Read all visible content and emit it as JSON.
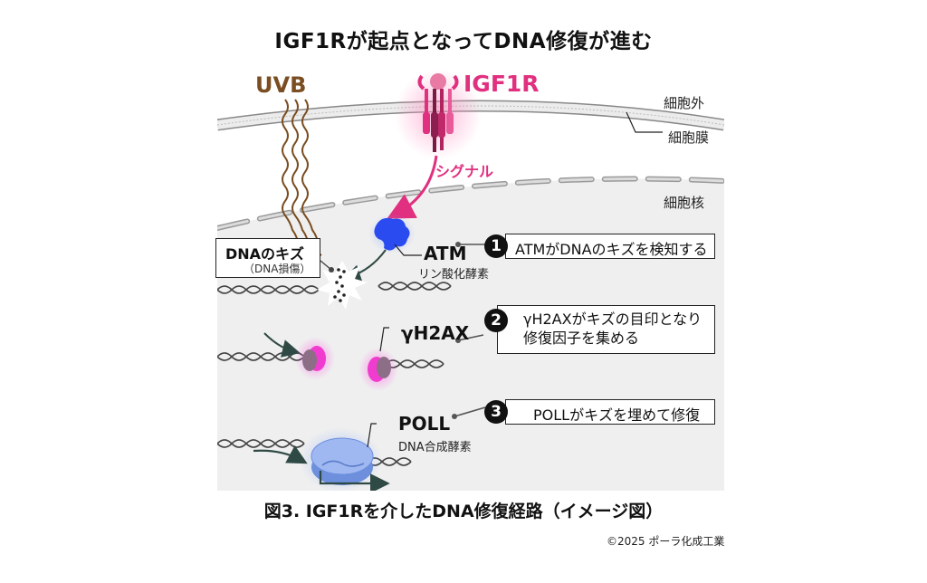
{
  "title": "IGF1Rが起点となってDNA修復が進む",
  "labels": {
    "uvb": "UVB",
    "igf1r": "IGF1R",
    "signal": "シグナル",
    "extracellular": "細胞外",
    "cell_membrane": "細胞膜",
    "nucleus": "細胞核"
  },
  "damage": {
    "title": "DNAのキズ",
    "subtitle": "（DNA損傷）"
  },
  "proteins": {
    "atm": {
      "name": "ATM",
      "desc": "リン酸化酵素",
      "color": "#2a4bf0"
    },
    "h2ax": {
      "name": "γH2AX",
      "color": "#f03ccf"
    },
    "poll": {
      "name": "POLL",
      "desc": "DNA合成酵素",
      "color": "#8fb0f0"
    }
  },
  "steps": [
    {
      "number": "1",
      "lines": [
        "ATMがDNAのキズを検知する"
      ]
    },
    {
      "number": "2",
      "lines": [
        "γH2AXがキズの目印となり",
        "修復因子を集める"
      ]
    },
    {
      "number": "3",
      "lines": [
        "POLLがキズを埋めて修復"
      ]
    }
  ],
  "caption": "図3. IGF1Rを介したDNA修復経路（イメージ図）",
  "copyright": "©2025 ポーラ化成工業",
  "colors": {
    "uvb": "#7a4e22",
    "igf1r": "#e0307f",
    "nucleus_bg": "#efefef",
    "arrow": "#2f4a44"
  }
}
